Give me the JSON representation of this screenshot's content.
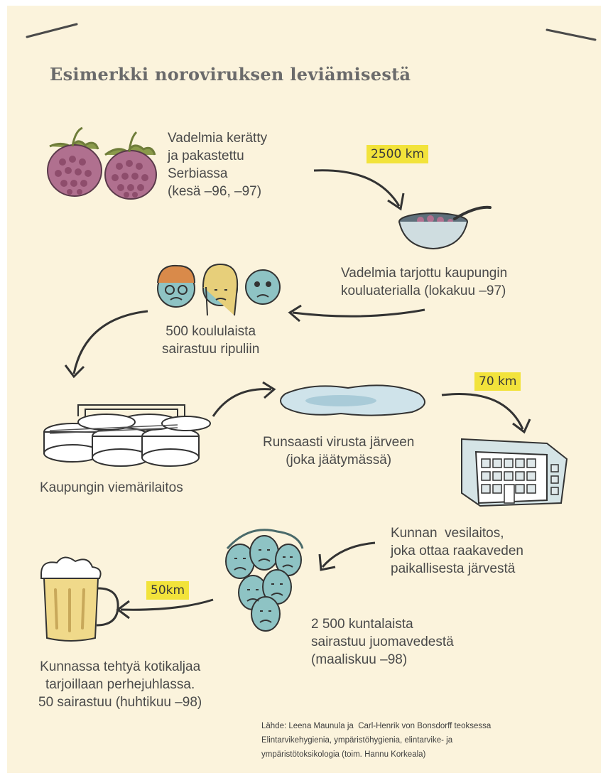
{
  "title": "Esimerkki noroviruksen leviämisestä",
  "distances": {
    "d1": "2500 km",
    "d2": "70 km",
    "d3": "50km"
  },
  "steps": {
    "s1": "Vadelmia kerätty\nja pakastettu\nSerbiassa\n(kesä –96, –97)",
    "s2": "Vadelmia tarjottu kaupungin\nkouluaterialla (lokakuu –97)",
    "s3": "500 koululaista\nsairastuu ripuliin",
    "s4": "Kaupungin viemärilaitos",
    "s5": "Runsaasti virusta järveen\n(joka jäätymässä)",
    "s6": "Kunnan  vesilaitos,\njoka ottaa raakaveden\npaikallisesta järvestä",
    "s7": "2 500 kuntalaista\nsairastuu juomavedestä\n(maaliskuu –98)",
    "s8": "Kunnassa tehtyä kotikaljaa\ntarjoillaan perhejuhlassa.\n50 sairastuu (huhtikuu –98)"
  },
  "source": "Lähde: Leena Maunula ja  Carl-Henrik von Bonsdorff teoksessa\nElintarvikehygienia, ympäristöhygienia, elintarvike- ja\nympäristötoksikologia (toim. Hannu Korkeala)",
  "icons": [
    "raspberry-icon",
    "bowl-icon",
    "children-faces-icon",
    "sewage-plant-icon",
    "lake-icon",
    "waterworks-building-icon",
    "sick-people-icon",
    "beer-mug-icon"
  ],
  "colors": {
    "background": "#fbf3dc",
    "highlight": "#f2e33b",
    "ink": "#4a4a4a",
    "berry": "#b0708f",
    "face": "#8ec3c4"
  }
}
